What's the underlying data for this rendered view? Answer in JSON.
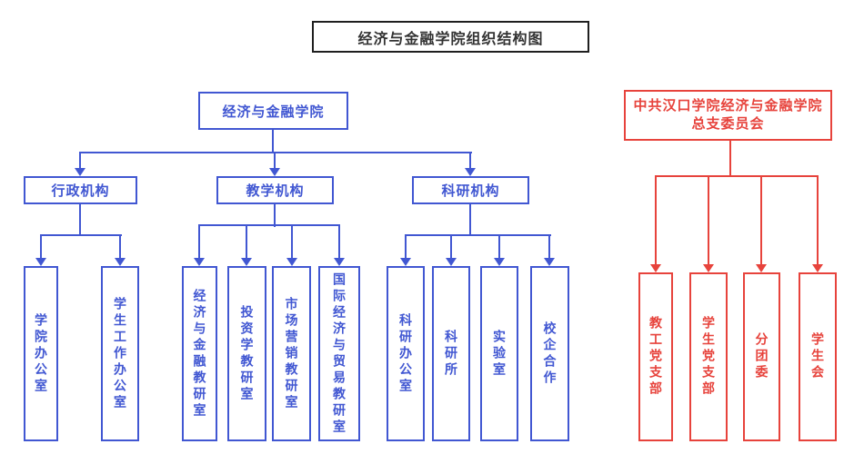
{
  "title": "经济与金融学院组织结构图",
  "colors": {
    "blue": "#4157d2",
    "red": "#e7433c",
    "title_border": "#1f1f1f",
    "title_text": "#333333",
    "background": "#ffffff"
  },
  "blue_tree": {
    "root": "经济与金融学院",
    "branches": [
      {
        "label": "行政机构",
        "children": [
          "学院办公室",
          "学生工作办公室"
        ]
      },
      {
        "label": "教学机构",
        "children": [
          "经济与金融教研室",
          "投资学教研室",
          "市场营销教研室",
          "国际经济与贸易教研室"
        ]
      },
      {
        "label": "科研机构",
        "children": [
          "科研办公室",
          "科研所",
          "实验室",
          "校企合作"
        ]
      }
    ]
  },
  "red_tree": {
    "root_line1": "中共汉口学院经济与金融学院",
    "root_line2": "总支委员会",
    "children": [
      "教工党支部",
      "学生党支部",
      "分团委",
      "学生会"
    ]
  }
}
